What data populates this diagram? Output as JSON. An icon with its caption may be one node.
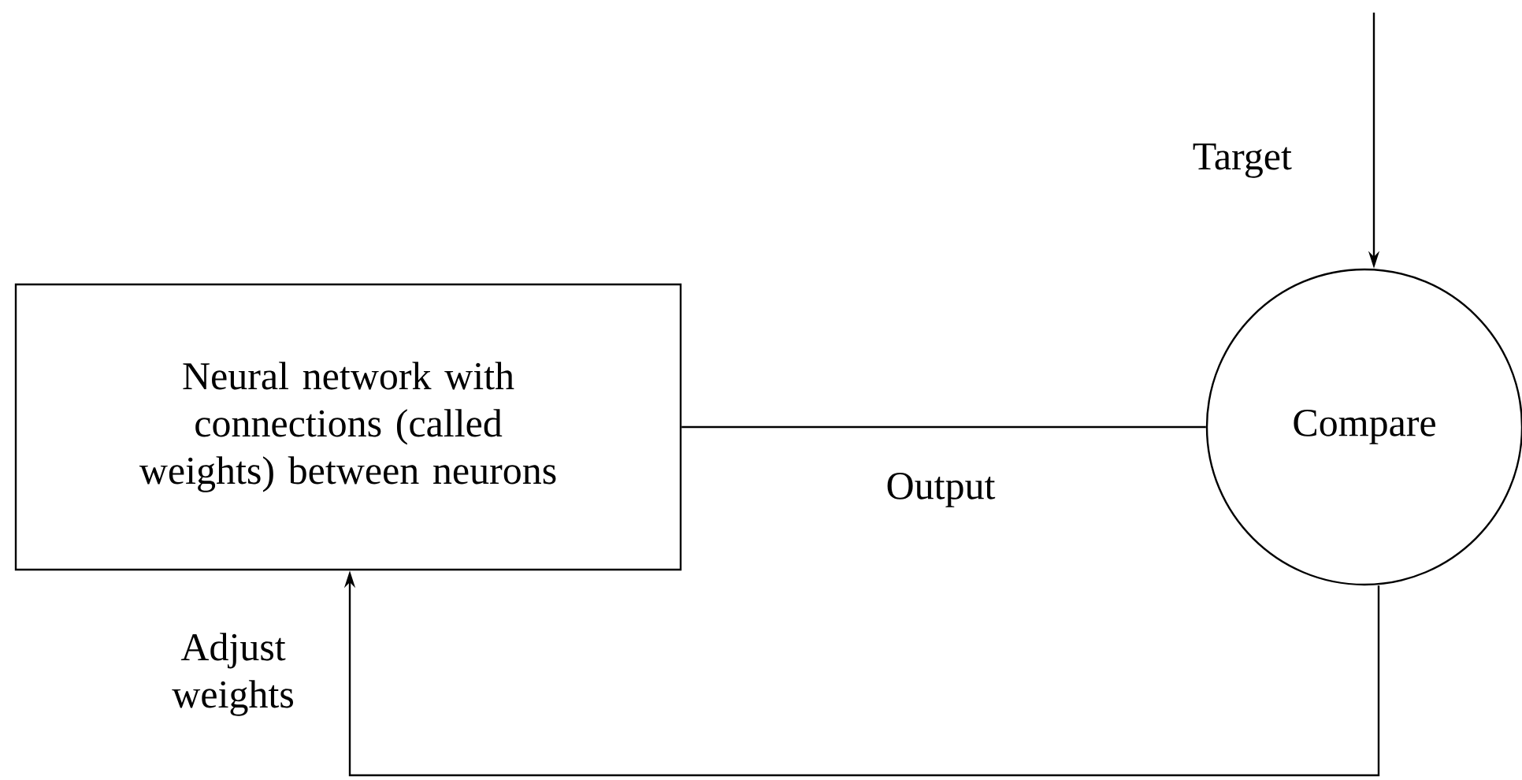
{
  "diagram": {
    "nodes": [
      {
        "text": [
          "Neural network with connections (called weights) between neurons"
        ]
      },
      {
        "text": [
          "Compare"
        ]
      }
    ],
    "edges": [
      {
        "from": null,
        "to": 1,
        "arrow": "to",
        "label": "Target"
      },
      {
        "from": 0,
        "to": 1,
        "arrow": "none",
        "label": "Output"
      },
      {
        "from": 1,
        "to": 0,
        "arrow": "to",
        "label": "Adjust weights"
      }
    ]
  }
}
